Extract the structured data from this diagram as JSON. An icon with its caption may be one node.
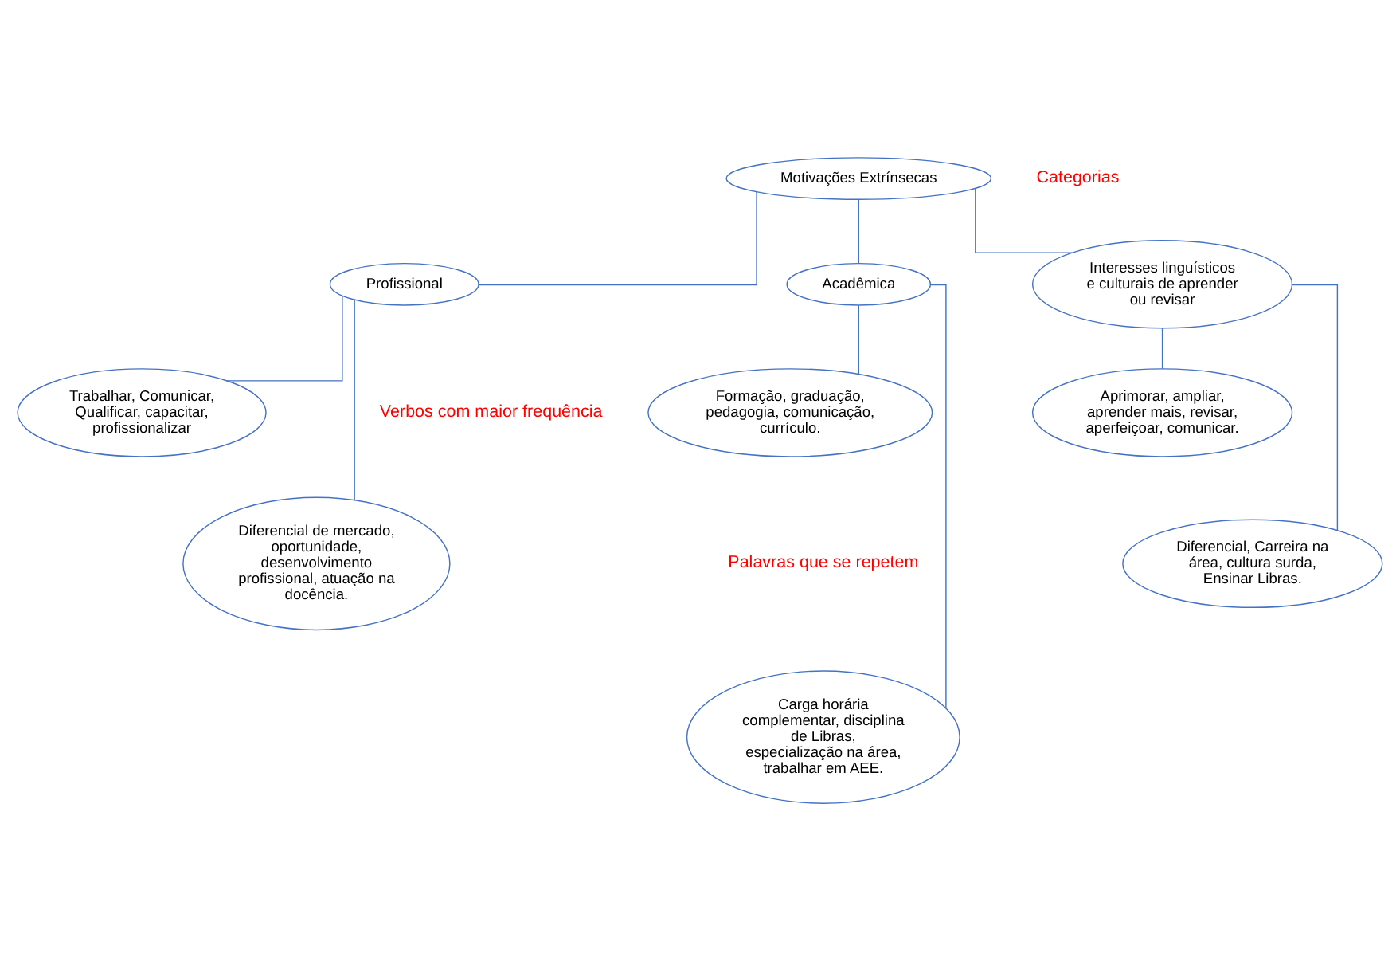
{
  "diagram": {
    "nodes": [
      {
        "text": [
          "Motivações Extrínsecas"
        ]
      },
      {
        "text": [
          "Profissional"
        ]
      },
      {
        "text": [
          "Acadêmica"
        ]
      },
      {
        "text": [
          "Interesses linguísticos e culturais de aprender ou revisar"
        ]
      },
      {
        "text": [
          "Trabalhar, Comunicar, Qualificar, capacitar, profissionalizar"
        ]
      },
      {
        "text": [
          "Diferencial de mercado, oportunidade, desenvolvimento profissional, atuação na docência."
        ]
      },
      {
        "text": [
          "Formação, graduação, pedagogia, comunicação, currículo."
        ]
      },
      {
        "text": [
          "Carga horária complementar, disciplina de Libras, especialização na área, trabalhar em AEE."
        ]
      },
      {
        "text": [
          "Aprimorar, ampliar, aprender mais, revisar, aperfeiçoar, comunicar."
        ]
      },
      {
        "text": [
          "Diferencial, Carreira na área, cultura surda, Ensinar Libras."
        ]
      }
    ],
    "edges": [
      {
        "from": 0,
        "to": 1,
        "arrow": "none"
      },
      {
        "from": 0,
        "to": 2,
        "arrow": "none"
      },
      {
        "from": 0,
        "to": 3,
        "arrow": "none"
      },
      {
        "from": 1,
        "to": 4,
        "arrow": "none"
      },
      {
        "from": 1,
        "to": 5,
        "arrow": "none"
      },
      {
        "from": 2,
        "to": 6,
        "arrow": "none"
      },
      {
        "from": 2,
        "to": 7,
        "arrow": "none"
      },
      {
        "from": 3,
        "to": 8,
        "arrow": "none"
      },
      {
        "from": 3,
        "to": 9,
        "arrow": "none"
      }
    ],
    "labels": [
      "Categorias",
      "Verbos com maior frequência",
      "Palavras que se repetem"
    ]
  }
}
